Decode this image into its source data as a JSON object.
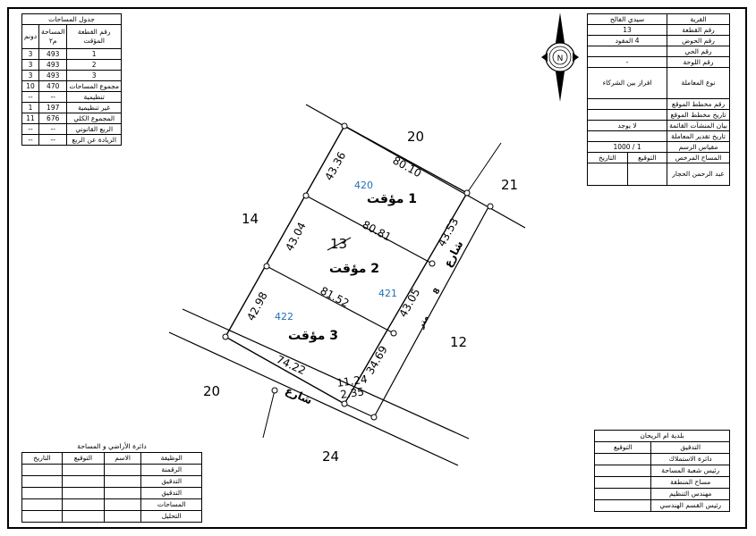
{
  "areas_table": {
    "title": "جدول المساحات",
    "headers": [
      "رقم القطعة المؤقت",
      "المساحة م٢",
      "دونم"
    ],
    "rows": [
      [
        "1",
        "493",
        "3"
      ],
      [
        "2",
        "493",
        "3"
      ],
      [
        "3",
        "493",
        "3"
      ]
    ],
    "summary": [
      [
        "مجموع المساحات",
        "470",
        "10"
      ],
      [
        "تنظيمية",
        "--",
        "--"
      ],
      [
        "غير تنظيمية",
        "197",
        "1"
      ],
      [
        "المجموع الكلي",
        "676",
        "11"
      ],
      [
        "الربع القانوني",
        "--",
        "--"
      ],
      [
        "الزيادة عن الربع",
        "--",
        "--"
      ]
    ]
  },
  "info_table": {
    "rows": [
      [
        "القرية",
        "سيدي الفالح"
      ],
      [
        "رقم القطعة",
        "13"
      ],
      [
        "رقم الحوض",
        "4 المقود"
      ],
      [
        "رقم الحي",
        ""
      ],
      [
        "رقم اللوحة",
        "-"
      ]
    ],
    "transaction_label": "نوع المعاملة",
    "transaction_value": "افراز بين الشركاء",
    "rows2": [
      [
        "رقم مخطط الموقع",
        ""
      ],
      [
        "تاريخ مخطط الموقع",
        ""
      ],
      [
        "بيان المنشآت القائمة",
        "لا يوجد"
      ],
      [
        "تاريخ تقدير المعاملة",
        ""
      ]
    ],
    "scale_label": "مقياس الرسم",
    "scale_value": "1000 / 1",
    "surveyor_label": "المساح المرخص",
    "signature_label": "التوقيع",
    "date_label": "التاريخ",
    "surveyor_name": "عبد الرحمن الحجار"
  },
  "compass": {
    "letter": "N"
  },
  "plot": {
    "neighbors": [
      "20",
      "21",
      "14",
      "12",
      "20",
      "24"
    ],
    "edge_labels": [
      "80.10",
      "43.36",
      "43.53",
      "80.81",
      "43.04",
      "43.05",
      "81.52",
      "42.98",
      "74.22",
      "34.69",
      "11.24",
      "2.35"
    ],
    "parcels": [
      {
        "number": "420",
        "name": "1 مؤقت"
      },
      {
        "number": "421",
        "name": "2 مؤقت"
      },
      {
        "number": "422",
        "name": "3 مؤقت"
      }
    ],
    "original_parcel": "13",
    "street_side": "شارع",
    "street_side_width": "8",
    "street_side_unit": "متر",
    "street_bottom": "شارع"
  },
  "dept_table": {
    "title": "دائرة الأراضي و المساحة",
    "headers": [
      "الوظيفة",
      "الاسم",
      "التوقيع",
      "التاريخ"
    ],
    "rows": [
      "الرقمنة",
      "التدقيق",
      "التدقيق",
      "المساحات",
      "التحليل"
    ]
  },
  "municipality_table": {
    "title": "بلدية ام الريحان",
    "headers": [
      "التدقيق",
      "التوقيع"
    ],
    "rows": [
      "دائرة الاستملاك",
      "رئيس شعبة المساحة",
      "مساح المنطقة",
      "مهندس التنظيم",
      "رئيس القسم الهندسي"
    ]
  }
}
